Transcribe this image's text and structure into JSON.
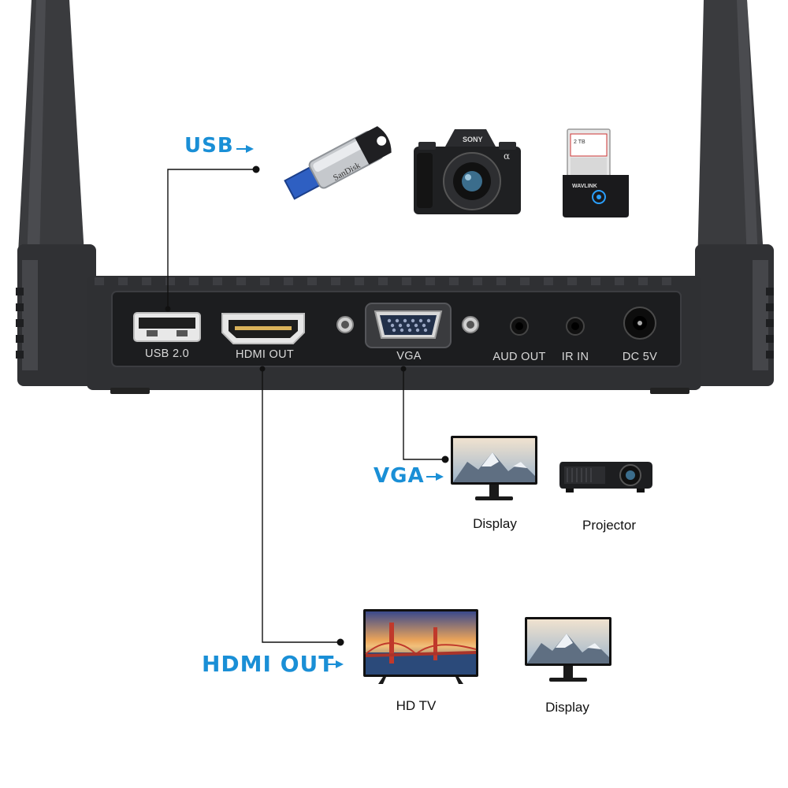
{
  "callouts": {
    "usb": "USB",
    "vga": "VGA",
    "hdmi": "HDMI OUT"
  },
  "ports": {
    "usb": "USB 2.0",
    "hdmi": "HDMI OUT",
    "vga": "VGA",
    "aud": "AUD OUT",
    "ir": "IR IN",
    "dc": "DC 5V"
  },
  "devices": {
    "flash_drive_brand": "SanDisk",
    "camera_brand": "SONY",
    "camera_model": "α",
    "dock_brand": "WAVLINK",
    "hdd_label": "2 TB"
  },
  "captions": {
    "vga_display": "Display",
    "projector": "Projector",
    "hdtv": "HD TV",
    "hdmi_display": "Display"
  },
  "colors": {
    "accent": "#1a8fd6",
    "device_body": "#2f3033",
    "panel": "#1c1d1f"
  }
}
